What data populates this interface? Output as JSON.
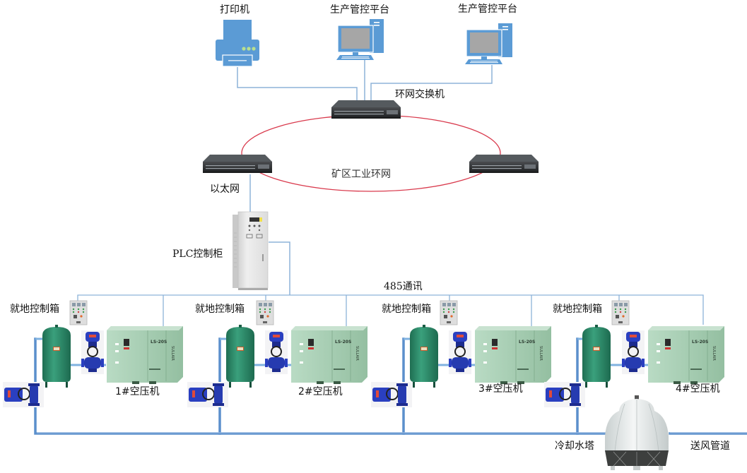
{
  "title": "矿区空压机集中控制系统网络拓扑",
  "colors": {
    "device_blue": "#5b9bd5",
    "line_blue": "#8db3d9",
    "pipe_blue": "#5b8fcc",
    "ring_red": "#d9394c",
    "switch_dark": "#2f3133",
    "compressor_green": "#a9cdb4",
    "tank_green": "#2e8b6a",
    "valve_blue": "#2b40b8",
    "cabinet_gray": "#e6e6e6",
    "tower_white": "#e8ecec",
    "tower_dark": "#3d3f3e"
  },
  "top": {
    "printer_label": "打印机",
    "pc1_label": "生产管控平台",
    "pc2_label": "生产管控平台"
  },
  "network": {
    "core_switch_label": "环网交换机",
    "ring_label": "矿区工业环网",
    "ethernet_label": "以太网"
  },
  "plc": {
    "label": "PLC控制柜",
    "bus_label": "485通讯"
  },
  "units": [
    {
      "box_label": "就地控制箱",
      "compressor_label": "1#空压机",
      "model": "LS-20S"
    },
    {
      "box_label": "就地控制箱",
      "compressor_label": "2#空压机",
      "model": "LS-20S"
    },
    {
      "box_label": "就地控制箱",
      "compressor_label": "3#空压机",
      "model": "LS-20S"
    },
    {
      "box_label": "就地控制箱",
      "compressor_label": "4#空压机",
      "model": "LS-20S"
    }
  ],
  "bottom": {
    "tower_label": "冷却水塔",
    "duct_label": "送风管道"
  }
}
